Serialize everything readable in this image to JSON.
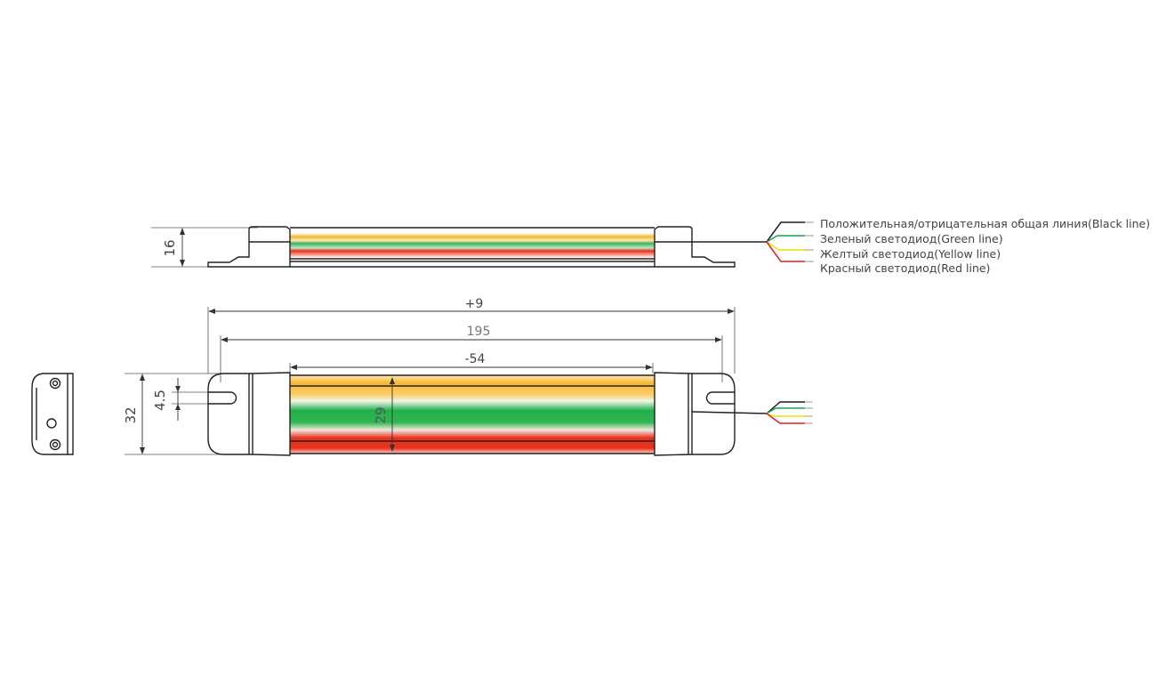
{
  "side_view": {
    "height_dimension": "16",
    "wire_labels": [
      {
        "text": "Положительная/отрицательная общая линия(Black line)",
        "color": "#1a1a1a"
      },
      {
        "text": "Зеленый светодиод(Green line)",
        "color": "#1aa34a"
      },
      {
        "text": "Желтый светодиод(Yellow line)",
        "color": "#e8e000"
      },
      {
        "text": "Красный светодиод(Red line)",
        "color": "#e02020"
      }
    ]
  },
  "top_view": {
    "overall_length": "+9",
    "mounting_length": "195",
    "light_length": "-54",
    "width": "32",
    "slot_width": "4.5",
    "light_width": "29"
  },
  "colors": {
    "yellow": "#f7b733",
    "green": "#22b04a",
    "red": "#e8321e"
  }
}
